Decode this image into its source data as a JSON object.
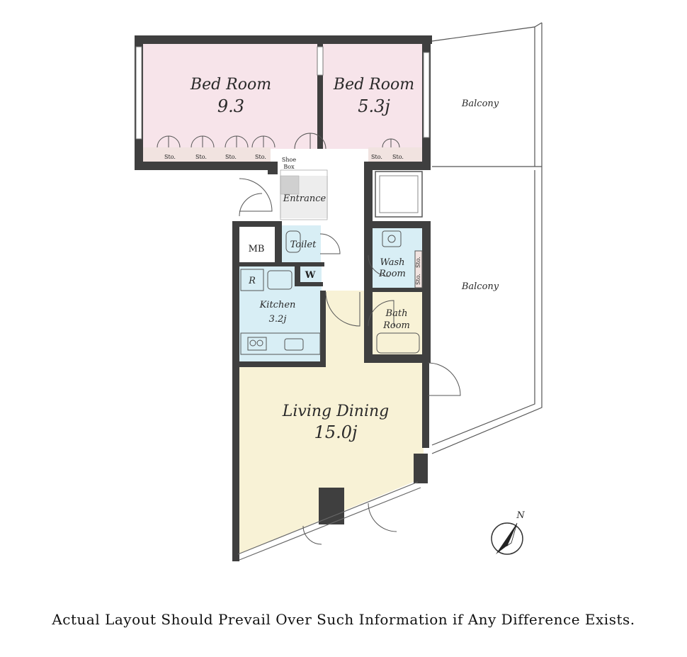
{
  "rooms": {
    "bed1_name": "Bed Room",
    "bed1_size": "9.3",
    "bed2_name": "Bed Room",
    "bed2_size": "5.3j",
    "balcony_top": "Balcony",
    "balcony_right": "Balcony",
    "entrance": "Entrance",
    "mb": "MB",
    "toilet": "Toilet",
    "washer": "W",
    "fridge": "R",
    "kitchen_name": "Kitchen",
    "kitchen_size": "3.2j",
    "wash_room": [
      "Wash",
      "Room"
    ],
    "bath_room": [
      "Bath",
      "Room"
    ],
    "living_name": "Living Dining",
    "living_size": "15.0j",
    "storage": "Sto.",
    "shoe_box": [
      "Shoe",
      "Box"
    ]
  },
  "compass": {
    "label": "N"
  },
  "colors": {
    "bedroom": "#f7e4ea",
    "living": "#f8f2d6",
    "wet": "#d8eef5",
    "entrance": "#ededed",
    "storage": "#f1e3e0",
    "wall": "#3f3f3f"
  },
  "disclaimer": "Actual Layout Should Prevail Over Such Information if Any Difference Exists."
}
